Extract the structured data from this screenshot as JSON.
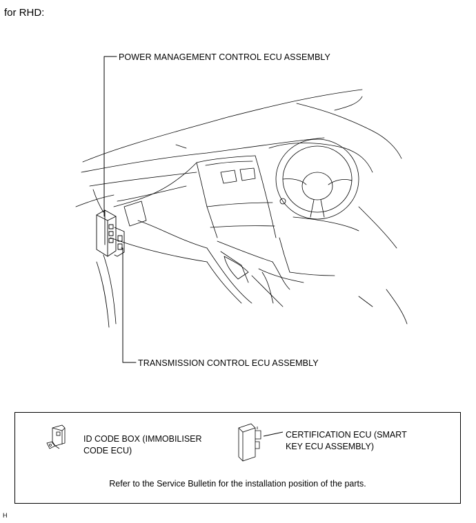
{
  "header": {
    "title": "for RHD:"
  },
  "callouts": {
    "power_management": "POWER MANAGEMENT CONTROL ECU ASSEMBLY",
    "transmission": "TRANSMISSION CONTROL ECU ASSEMBLY"
  },
  "legend": {
    "id_code_box": {
      "line1": "ID CODE BOX (IMMOBILISER",
      "line2": "CODE ECU)"
    },
    "certification": {
      "line1": "CERTIFICATION ECU (SMART",
      "line2": "KEY ECU ASSEMBLY)"
    },
    "note": "Refer to the Service Bulletin for the installation position of the parts."
  },
  "footer": {
    "code": "H"
  }
}
